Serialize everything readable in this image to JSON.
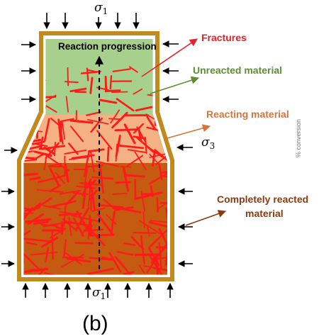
{
  "diagram": {
    "sigma_top": "σ",
    "sigma_top_sub": "1",
    "sigma_bottom": "σ",
    "sigma_bottom_sub": "1",
    "sigma_side": "σ",
    "sigma_side_sub": "3",
    "progression_label": "Reaction progression",
    "fractures_label": "Fractures",
    "unreacted_label": "Unreacted material",
    "reacting_label": "Reacting material",
    "reacted_label_line1": "Completely reacted",
    "reacted_label_line2": "material",
    "panel_label": "(b)",
    "edge_text": "% conversion"
  },
  "colors": {
    "container": "#c08a1e",
    "unreacted": "#a7d08c",
    "reacting": "#f4b183",
    "reacted": "#c55a11",
    "fracture": "#ff1a1a",
    "fractures_text": "#e8202a",
    "unreacted_text": "#5b8f2f",
    "reacting_text": "#d9733a",
    "reacted_text": "#8b3a0e"
  }
}
